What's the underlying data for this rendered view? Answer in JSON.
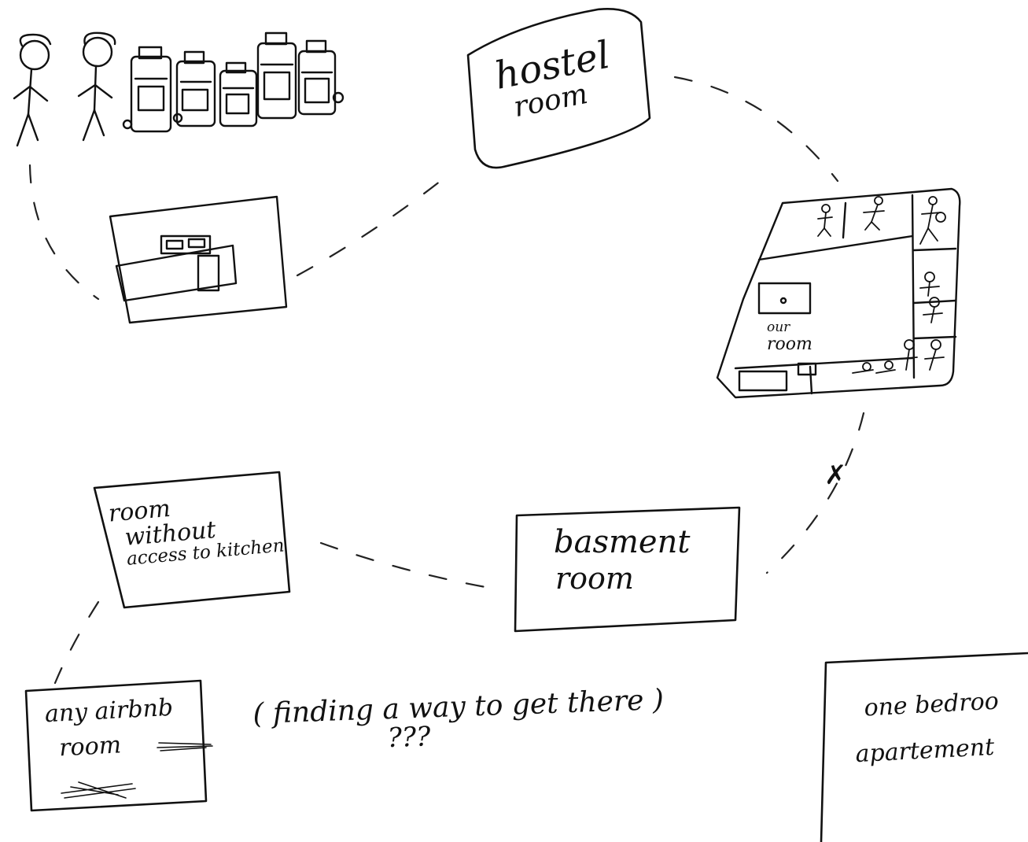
{
  "nodes": {
    "hostel": {
      "line1": "hostel",
      "line2": "room"
    },
    "our_room": {
      "line1": "our",
      "line2": "room"
    },
    "basement": {
      "line1": "basment",
      "line2": "room"
    },
    "no_kitchen": {
      "line1": "room",
      "line2": "without",
      "line3": "access to kitchen"
    },
    "airbnb": {
      "line1": "any airbnb",
      "line2": "room"
    },
    "apartment": {
      "line1": "one bedroo",
      "line2": "apartement"
    }
  },
  "note": {
    "text": "( finding a way to get there )",
    "marks": "???"
  },
  "connector_marks": {
    "cross": "✗"
  },
  "colors": {
    "ink": "#111111",
    "paper": "#ffffff"
  }
}
